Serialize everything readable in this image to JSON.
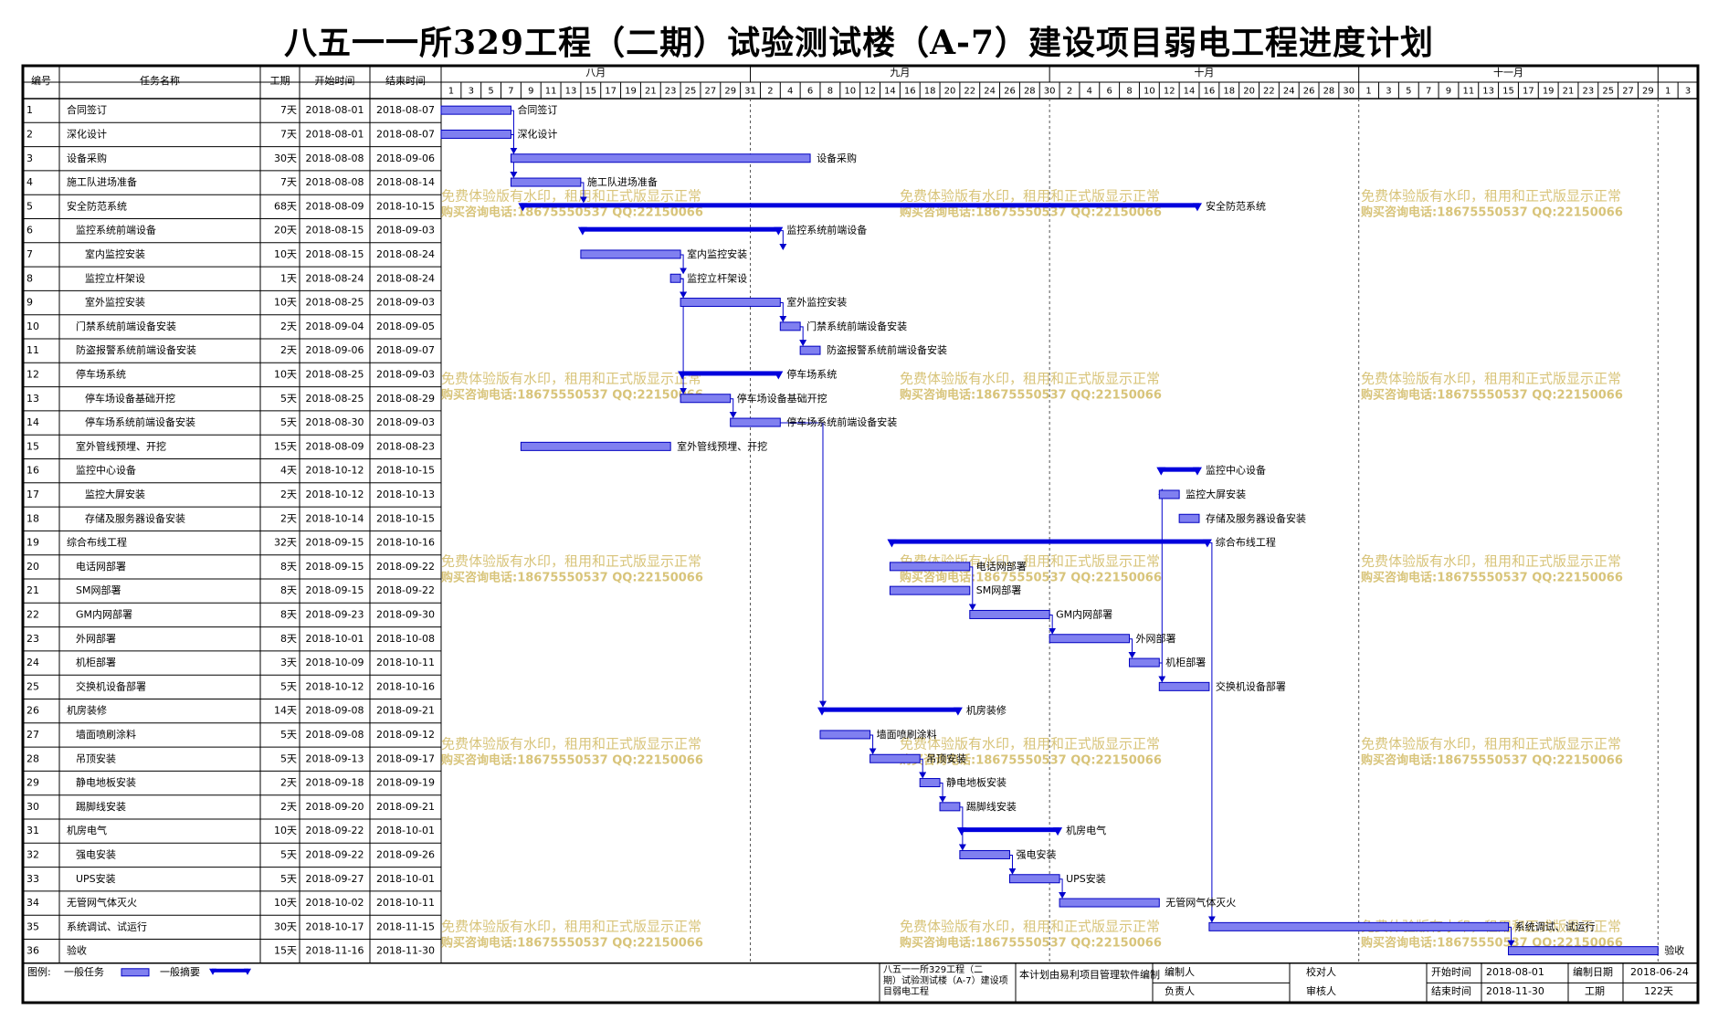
{
  "page": {
    "title": "八五一一所329工程（二期）试验测试楼（A-7）建设项目弱电工程进度计划"
  },
  "colors": {
    "bar_fill": "#8080f0",
    "bar_stroke": "#0000c0",
    "summary": "#0000dd",
    "link": "#0000cc",
    "grid": "#000000",
    "watermark": "#d8c47a"
  },
  "headers": {
    "id": "编号",
    "name": "任务名称",
    "duration": "工期",
    "start": "开始时间",
    "end": "结束时间"
  },
  "months": [
    "八月",
    "九月",
    "十月",
    "十一月"
  ],
  "watermark": {
    "line1": "免费体验版有水印，租用和正式版显示正常",
    "line2": "购买咨询电话:18675550537 QQ:22150066"
  },
  "legend": {
    "label": "图例:",
    "normal": "一般任务",
    "summary": "一般摘要"
  },
  "footer": {
    "project": "八五一一所329工程（二期）试验测试楼（A-7）建设项目弱电工程",
    "software": "本计划由易利项目管理软件编制",
    "compiler_label": "编制人",
    "reviewer_label": "校对人",
    "owner_label": "负责人",
    "auditor_label": "审核人",
    "start_label": "开始时间",
    "start_value": "2018-08-01",
    "date_label": "编制日期",
    "date_value": "2018-06-24",
    "end_label": "结束时间",
    "end_value": "2018-11-30",
    "dur_label": "工期",
    "dur_value": "122天"
  },
  "chart_data": {
    "type": "gantt",
    "axis_start": "2018-08-01",
    "axis_end": "2018-12-04",
    "tasks": [
      {
        "id": "1",
        "name": "合同签订",
        "level": 0,
        "summary": false,
        "duration": "7天",
        "start": "2018-08-01",
        "end": "2018-08-07"
      },
      {
        "id": "2",
        "name": "深化设计",
        "level": 0,
        "summary": false,
        "duration": "7天",
        "start": "2018-08-01",
        "end": "2018-08-07"
      },
      {
        "id": "3",
        "name": "设备采购",
        "level": 0,
        "summary": false,
        "duration": "30天",
        "start": "2018-08-08",
        "end": "2018-09-06"
      },
      {
        "id": "4",
        "name": "施工队进场准备",
        "level": 0,
        "summary": false,
        "duration": "7天",
        "start": "2018-08-08",
        "end": "2018-08-14"
      },
      {
        "id": "5",
        "name": "安全防范系统",
        "level": 0,
        "summary": true,
        "duration": "68天",
        "start": "2018-08-09",
        "end": "2018-10-15"
      },
      {
        "id": "6",
        "name": "监控系统前端设备",
        "level": 1,
        "summary": true,
        "duration": "20天",
        "start": "2018-08-15",
        "end": "2018-09-03"
      },
      {
        "id": "7",
        "name": "室内监控安装",
        "level": 2,
        "summary": false,
        "duration": "10天",
        "start": "2018-08-15",
        "end": "2018-08-24"
      },
      {
        "id": "8",
        "name": "监控立杆架设",
        "level": 2,
        "summary": false,
        "duration": "1天",
        "start": "2018-08-24",
        "end": "2018-08-24"
      },
      {
        "id": "9",
        "name": "室外监控安装",
        "level": 2,
        "summary": false,
        "duration": "10天",
        "start": "2018-08-25",
        "end": "2018-09-03"
      },
      {
        "id": "10",
        "name": "门禁系统前端设备安装",
        "level": 1,
        "summary": false,
        "duration": "2天",
        "start": "2018-09-04",
        "end": "2018-09-05"
      },
      {
        "id": "11",
        "name": "防盗报警系统前端设备安装",
        "level": 1,
        "summary": false,
        "duration": "2天",
        "start": "2018-09-06",
        "end": "2018-09-07"
      },
      {
        "id": "12",
        "name": "停车场系统",
        "level": 1,
        "summary": true,
        "duration": "10天",
        "start": "2018-08-25",
        "end": "2018-09-03"
      },
      {
        "id": "13",
        "name": "停车场设备基础开挖",
        "level": 2,
        "summary": false,
        "duration": "5天",
        "start": "2018-08-25",
        "end": "2018-08-29"
      },
      {
        "id": "14",
        "name": "停车场系统前端设备安装",
        "level": 2,
        "summary": false,
        "duration": "5天",
        "start": "2018-08-30",
        "end": "2018-09-03"
      },
      {
        "id": "15",
        "name": "室外管线预埋、开挖",
        "level": 1,
        "summary": false,
        "duration": "15天",
        "start": "2018-08-09",
        "end": "2018-08-23"
      },
      {
        "id": "16",
        "name": "监控中心设备",
        "level": 1,
        "summary": true,
        "duration": "4天",
        "start": "2018-10-12",
        "end": "2018-10-15"
      },
      {
        "id": "17",
        "name": "监控大屏安装",
        "level": 2,
        "summary": false,
        "duration": "2天",
        "start": "2018-10-12",
        "end": "2018-10-13"
      },
      {
        "id": "18",
        "name": "存储及服务器设备安装",
        "level": 2,
        "summary": false,
        "duration": "2天",
        "start": "2018-10-14",
        "end": "2018-10-15"
      },
      {
        "id": "19",
        "name": "综合布线工程",
        "level": 0,
        "summary": true,
        "duration": "32天",
        "start": "2018-09-15",
        "end": "2018-10-16"
      },
      {
        "id": "20",
        "name": "电话网部署",
        "level": 1,
        "summary": false,
        "duration": "8天",
        "start": "2018-09-15",
        "end": "2018-09-22"
      },
      {
        "id": "21",
        "name": "SM网部署",
        "level": 1,
        "summary": false,
        "duration": "8天",
        "start": "2018-09-15",
        "end": "2018-09-22"
      },
      {
        "id": "22",
        "name": "GM内网部署",
        "level": 1,
        "summary": false,
        "duration": "8天",
        "start": "2018-09-23",
        "end": "2018-09-30"
      },
      {
        "id": "23",
        "name": "外网部署",
        "level": 1,
        "summary": false,
        "duration": "8天",
        "start": "2018-10-01",
        "end": "2018-10-08"
      },
      {
        "id": "24",
        "name": "机柜部署",
        "level": 1,
        "summary": false,
        "duration": "3天",
        "start": "2018-10-09",
        "end": "2018-10-11"
      },
      {
        "id": "25",
        "name": "交换机设备部署",
        "level": 1,
        "summary": false,
        "duration": "5天",
        "start": "2018-10-12",
        "end": "2018-10-16"
      },
      {
        "id": "26",
        "name": "机房装修",
        "level": 0,
        "summary": true,
        "duration": "14天",
        "start": "2018-09-08",
        "end": "2018-09-21"
      },
      {
        "id": "27",
        "name": "墙面喷刷涂料",
        "level": 1,
        "summary": false,
        "duration": "5天",
        "start": "2018-09-08",
        "end": "2018-09-12"
      },
      {
        "id": "28",
        "name": "吊顶安装",
        "level": 1,
        "summary": false,
        "duration": "5天",
        "start": "2018-09-13",
        "end": "2018-09-17"
      },
      {
        "id": "29",
        "name": "静电地板安装",
        "level": 1,
        "summary": false,
        "duration": "2天",
        "start": "2018-09-18",
        "end": "2018-09-19"
      },
      {
        "id": "30",
        "name": "踢脚线安装",
        "level": 1,
        "summary": false,
        "duration": "2天",
        "start": "2018-09-20",
        "end": "2018-09-21"
      },
      {
        "id": "31",
        "name": "机房电气",
        "level": 0,
        "summary": true,
        "duration": "10天",
        "start": "2018-09-22",
        "end": "2018-10-01"
      },
      {
        "id": "32",
        "name": "强电安装",
        "level": 1,
        "summary": false,
        "duration": "5天",
        "start": "2018-09-22",
        "end": "2018-09-26"
      },
      {
        "id": "33",
        "name": "UPS安装",
        "level": 1,
        "summary": false,
        "duration": "5天",
        "start": "2018-09-27",
        "end": "2018-10-01"
      },
      {
        "id": "34",
        "name": "无管网气体灭火",
        "level": 0,
        "summary": false,
        "duration": "10天",
        "start": "2018-10-02",
        "end": "2018-10-11"
      },
      {
        "id": "35",
        "name": "系统调试、试运行",
        "level": 0,
        "summary": false,
        "duration": "30天",
        "start": "2018-10-17",
        "end": "2018-11-15"
      },
      {
        "id": "36",
        "name": "验收",
        "level": 0,
        "summary": false,
        "duration": "15天",
        "start": "2018-11-16",
        "end": "2018-11-30"
      }
    ],
    "links": [
      [
        1,
        3
      ],
      [
        2,
        4
      ],
      [
        4,
        5
      ],
      [
        6,
        7
      ],
      [
        7,
        8
      ],
      [
        8,
        9
      ],
      [
        9,
        10
      ],
      [
        10,
        11
      ],
      [
        8,
        13
      ],
      [
        13,
        14
      ],
      [
        14,
        26
      ],
      [
        20,
        22
      ],
      [
        22,
        23
      ],
      [
        23,
        24
      ],
      [
        24,
        17
      ],
      [
        24,
        25
      ],
      [
        27,
        28
      ],
      [
        28,
        29
      ],
      [
        29,
        30
      ],
      [
        30,
        32
      ],
      [
        32,
        33
      ],
      [
        33,
        34
      ],
      [
        19,
        35
      ],
      [
        35,
        36
      ]
    ],
    "legend": [
      "一般任务",
      "一般摘要"
    ]
  }
}
